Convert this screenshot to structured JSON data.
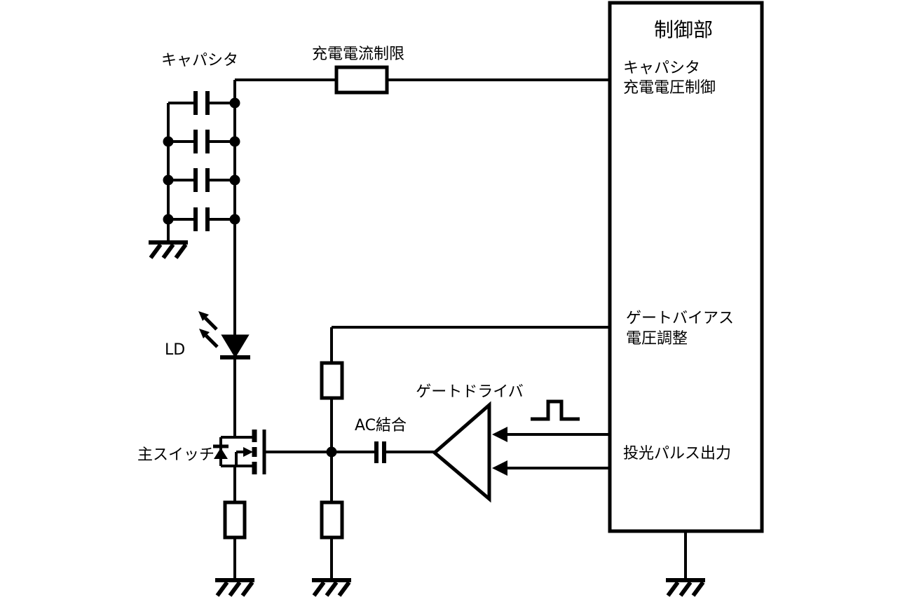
{
  "diagram": {
    "colors": {
      "line": "#000000",
      "background": "#ffffff"
    },
    "labels": {
      "capacitor_bank": "キャパシタ",
      "charge_current_limit": "充電電流制限",
      "laser_diode": "LD",
      "main_switch": "主スイッチ",
      "ac_coupling": "AC結合",
      "gate_driver": "ゲートドライバ",
      "control_unit": "制御部",
      "cap_charge_voltage_line1": "キャパシタ",
      "cap_charge_voltage_line2": "充電電圧制御",
      "gate_bias_line1": "ゲートバイアス",
      "gate_bias_line2": "電圧調整",
      "light_pulse_output": "投光パルス出力"
    }
  }
}
